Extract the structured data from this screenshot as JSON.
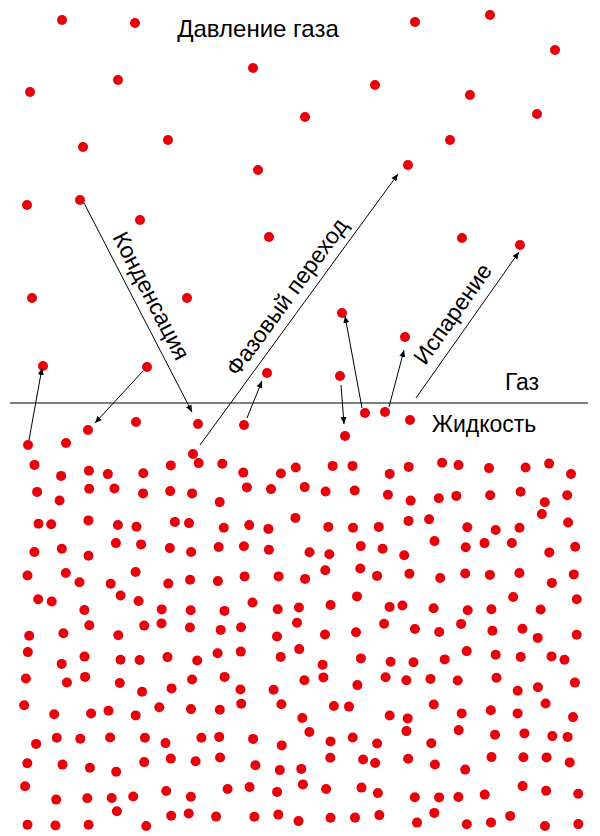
{
  "diagram": {
    "title": "Давление газа",
    "labels": [
      "Конденсация",
      "Фазовый переход",
      "Испарение",
      "Газ",
      "Жидкость"
    ]
  }
}
